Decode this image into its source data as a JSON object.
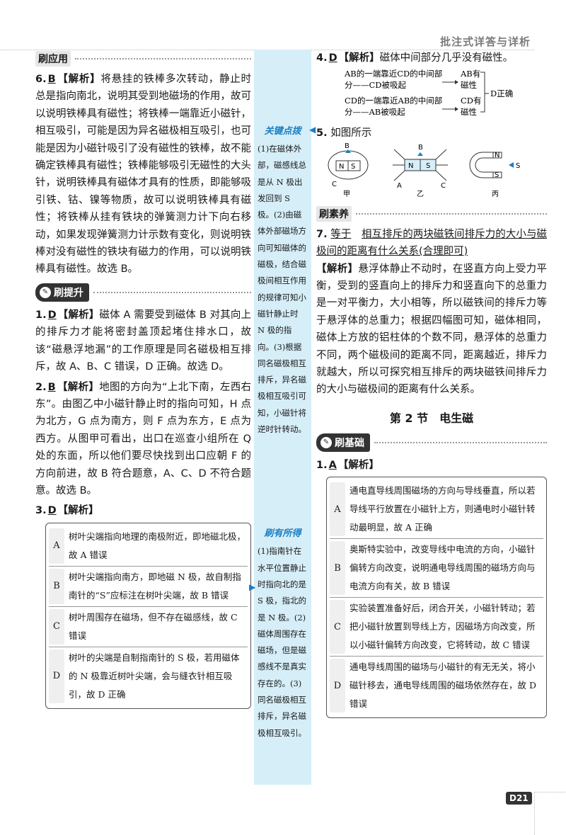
{
  "header": {
    "title": "批注式详答与详析"
  },
  "left": {
    "sec_apply": "刷应用",
    "q6": {
      "num": "6.",
      "ans": "B",
      "tag": "【解析】",
      "text": "将悬挂的铁棒多次转动，静止时总是指向南北，说明其受到地磁场的作用，故可以说明铁棒具有磁性；将铁棒一端靠近小磁针，相互吸引，可能是因为异名磁极相互吸引，也可能是因为小磁针吸引了没有磁性的铁棒，故不能确定铁棒具有磁性；铁棒能够吸引无磁性的大头针，说明铁棒具有磁体才具有的性质，即能够吸引铁、钴、镍等物质，故可以说明铁棒具有磁性；将铁棒从挂有铁块的弹簧测力计下向右移动，如果发现弹簧测力计示数有变化，则说明铁棒对没有磁性的铁块有磁力的作用，可以说明铁棒具有磁性。故选 B。"
    },
    "badge_up": "刷提升",
    "q1": {
      "num": "1.",
      "ans": "D",
      "tag": "【解析】",
      "text": "磁体 A 需要受到磁体 B 对其向上的排斥力才能将密封盖顶起堵住排水口，故该“磁悬浮地漏”的工作原理是同名磁极相互排斥，故 A、B、C 错误，D 正确。故选 D。"
    },
    "q2": {
      "num": "2.",
      "ans": "B",
      "tag": "【解析】",
      "text": "地图的方向为“上北下南，左西右东”。由图乙中小磁针静止时的指向可知，H 点为北方，G 点为南方，则 F 点为东方，E 点为西方。从图甲可看出，出口在巡查小组所在 Q 处的东面，所以他们要尽快找到出口应朝 F 的方向前进，故 B 符合题意，A、C、D 不符合题意。故选 B。"
    },
    "q3": {
      "num": "3.",
      "ans": "D",
      "tag": "【解析】",
      "options": [
        {
          "key": "A",
          "text": "树叶尖端指向地理的南极附近，即地磁北极，故 A 错误"
        },
        {
          "key": "B",
          "text": "树叶尖端指向南方，即地磁 N 极，故自制指南针的“S”应标注在树叶尖端，故 B 错误"
        },
        {
          "key": "C",
          "text": "树叶周围存在磁场，但不存在磁感线，故 C 错误"
        },
        {
          "key": "D",
          "text": "树叶的尖端是自制指南针的 S 极，若用磁体的 N 极靠近树叶尖端，会与缝衣针相互吸引，故 D 正确"
        }
      ]
    }
  },
  "sidebar": {
    "key_title": "关键点拨",
    "key_text": "(1)在磁体外部，磁感线总是从 N 极出发回到 S 极。(2)由磁体外部磁场方向可知磁体的磁极，结合磁极间相互作用的规律可知小磁针静止时 N 极的指向。(3)根据同名磁极相互排斥，异名磁极相互吸引可知，小磁针将逆时针转动。",
    "gain_title": "刷有所得",
    "gain_text": "(1)指南针在水平位置静止时指向北的是 S 极，指北的是 N 极。(2)磁体周围存在磁场，但是磁感线不是真实存在的。(3)同名磁极相互排斥，异名磁极相互吸引。"
  },
  "right": {
    "q4": {
      "num": "4.",
      "ans": "D",
      "tag": "【解析】",
      "text": "磁体中间部分几乎没有磁性。",
      "diagram": {
        "line1a": "AB的一端靠近CD的中间部",
        "line1b": "分——CD被吸起",
        "line2a": "CD的一端靠近AB的中间部",
        "line2b": "分——AB被吸起",
        "res1a": "AB有",
        "res1b": "磁性",
        "res2a": "CD有",
        "res2b": "磁性",
        "conclusion": "D正确"
      }
    },
    "q5": {
      "num": "5.",
      "text": "如图所示",
      "fig": {
        "jia": "甲",
        "yi": "乙",
        "bing": "丙",
        "B": "B",
        "C": "C",
        "A": "A",
        "N": "N",
        "S": "S"
      }
    },
    "sec_literacy": "刷素养",
    "q7": {
      "num": "7.",
      "ans_a": "等于",
      "ans_b": "相互排斥的两块磁铁间排斥力的大小与磁极间的距离有什么关系(合理即可)",
      "tag": "【解析】",
      "text": "悬浮体静止不动时，在竖直方向上受力平衡，受到的竖直向上的排斥力和竖直向下的总重力是一对平衡力，大小相等，所以磁铁间的排斥力等于悬浮体的总重力；根据四幅图可知，磁体相同，磁体上方放的铝柱体的个数不同，悬浮体的总重力不同，两个磁极间的距离不同，距离越近，排斥力就越大，所以可探究相互排斥的两块磁铁间排斥力的大小与磁极间的距离有什么关系。"
    },
    "section_title": "第 2 节　电生磁",
    "badge_basic": "刷基础",
    "q1b": {
      "num": "1.",
      "ans": "A",
      "tag": "【解析】",
      "options": [
        {
          "key": "A",
          "text": "通电直导线周围磁场的方向与导线垂直，所以若导线平行放置在小磁针上方，则通电时小磁针转动最明显，故 A 正确"
        },
        {
          "key": "B",
          "text": "奥斯特实验中，改变导线中电流的方向，小磁针偏转方向改变，说明通电导线周围的磁场方向与电流方向有关，故 B 错误"
        },
        {
          "key": "C",
          "text": "实验装置准备好后，闭合开关，小磁针转动；若把小磁针放置到导线上方，因磁场方向改变，所以小磁针偏转方向改变，它将转动，故 C 错误"
        },
        {
          "key": "D",
          "text": "通电导线周围的磁场与小磁针的有无无关，将小磁针移去，通电导线周围的磁场依然存在，故 D 错误"
        }
      ]
    }
  },
  "page_number": "D21"
}
